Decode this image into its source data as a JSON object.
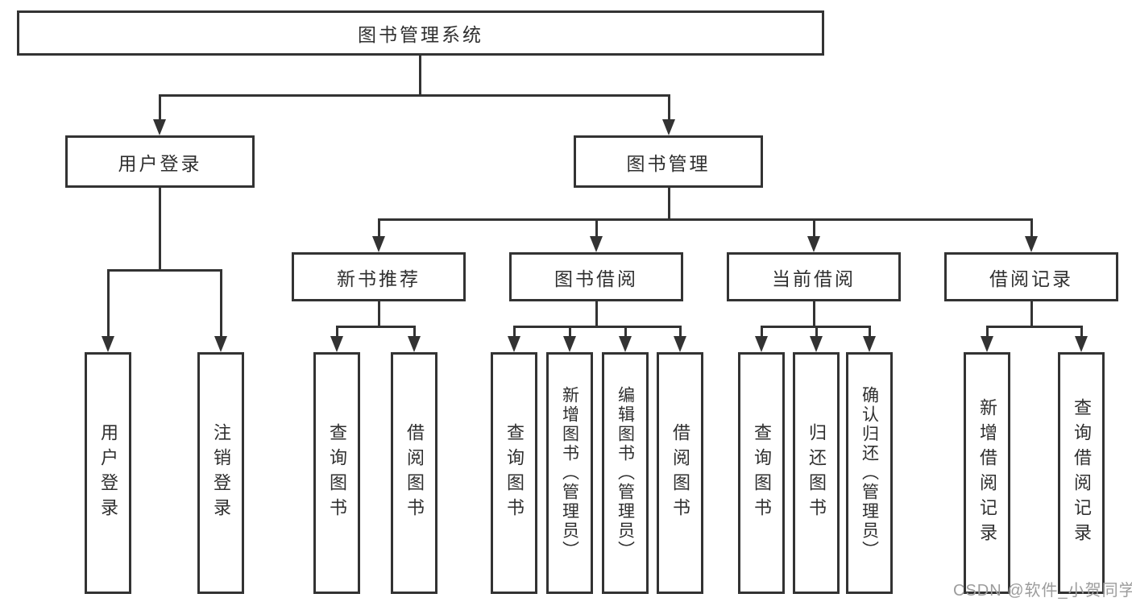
{
  "nodes": {
    "root": "图书管理系统",
    "level2": [
      "用户登录",
      "图书管理"
    ],
    "level3": [
      "新书推荐",
      "图书借阅",
      "当前借阅",
      "借阅记录"
    ],
    "leaves": {
      "userLogin": [
        "用户登录",
        "注销登录"
      ],
      "newBookRecommendation": [
        "查询图书",
        "借阅图书"
      ],
      "bookBorrowing": [
        "查询图书",
        "新增图书（管理员）",
        "编辑图书（管理员）",
        "借阅图书"
      ],
      "currentBorrowing": [
        "查询图书",
        "归还图书",
        "确认归还（管理员）"
      ],
      "borrowingRecords": [
        "新增借阅记录",
        "查询借阅记录"
      ]
    }
  },
  "watermark": "CSDN @软件_小贺同学",
  "colors": {
    "line": "#333333",
    "box_border": "#333333",
    "box_fill": "#ffffff",
    "text": "#2f2f2f",
    "watermark": "#9c9c9c",
    "background": "#ffffff"
  }
}
